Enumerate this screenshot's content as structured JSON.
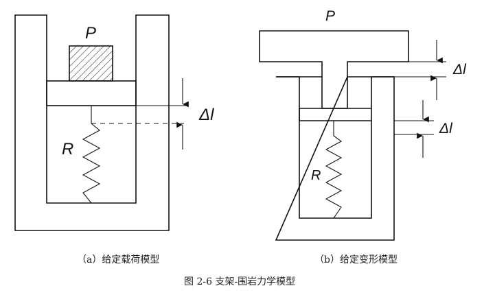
{
  "diagram_a": {
    "label_load": "P",
    "label_spring": "R",
    "label_delta": "Δl",
    "caption": "（a）给定载荷模型"
  },
  "diagram_b": {
    "label_load": "P",
    "label_spring": "R",
    "label_delta_top": "Δl",
    "label_delta_bottom": "Δl",
    "caption": "（b）给定变形模型"
  },
  "figure_caption": "图 2-6  支架-围岩力学模型"
}
